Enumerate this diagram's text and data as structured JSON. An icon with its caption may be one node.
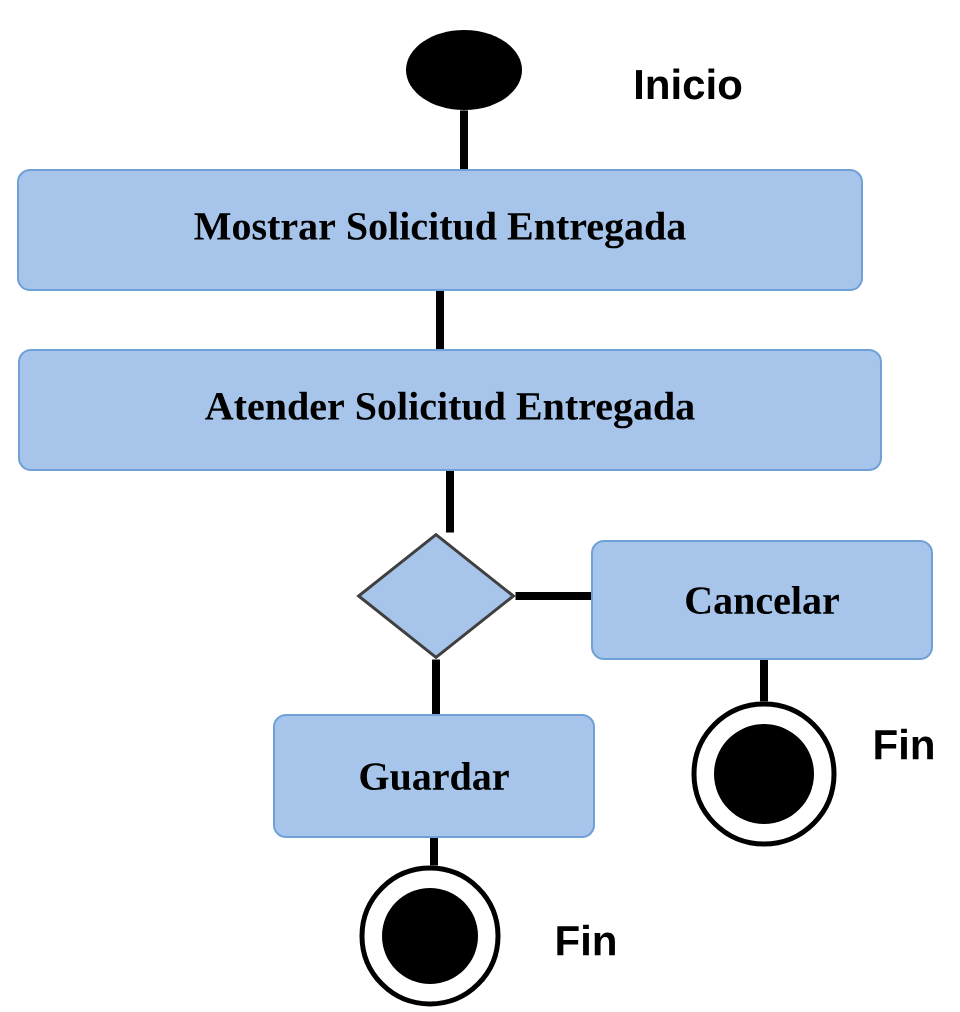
{
  "diagram": {
    "nodes": [
      {
        "text": [],
        "shape": "circle",
        "beside": [
          "Inicio"
        ]
      },
      {
        "text": [
          "Mostrar Solicitud Entregada"
        ]
      },
      {
        "text": [
          "Atender Solicitud Entregada"
        ]
      },
      {
        "text": [],
        "shape": "diamond"
      },
      {
        "text": [
          "Cancelar"
        ]
      },
      {
        "text": [],
        "shape": "bullseye",
        "beside": [
          "Fin"
        ]
      },
      {
        "text": [
          "Guardar"
        ]
      },
      {
        "text": [],
        "shape": "bullseye",
        "beside": [
          "Fin"
        ]
      }
    ],
    "edges": [
      {
        "from": 0,
        "to": 1,
        "arrow": "none"
      },
      {
        "from": 1,
        "to": 2,
        "arrow": "none"
      },
      {
        "from": 2,
        "to": 3,
        "arrow": "none"
      },
      {
        "from": 3,
        "to": 4,
        "arrow": "none"
      },
      {
        "from": 4,
        "to": 5,
        "arrow": "none"
      },
      {
        "from": 3,
        "to": 6,
        "arrow": "none"
      },
      {
        "from": 6,
        "to": 7,
        "arrow": "none"
      }
    ]
  }
}
